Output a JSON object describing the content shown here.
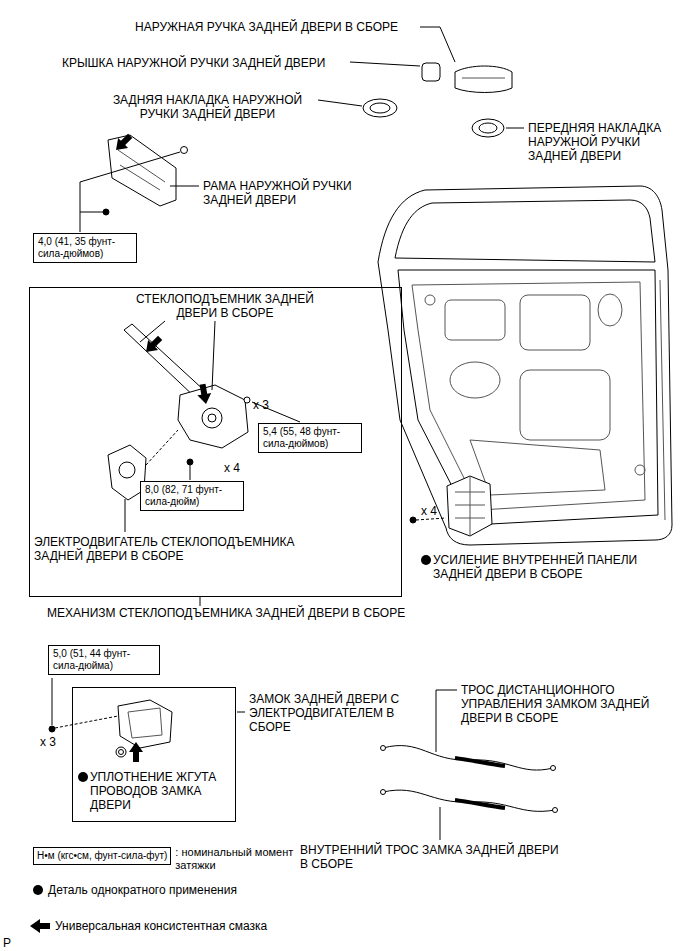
{
  "diagram": {
    "nodes": [
      {
        "text": [
          "4,0 (41, 35 фунт-сила-дюймов)"
        ]
      },
      {
        "text": [
          "МЕХАНИЗМ СТЕКЛОПОДЪЕМНИКА ЗАДНЕЙ ДВЕРИ В СБОРЕ"
        ]
      },
      {
        "text": [
          "5,4 (55, 48 фунт-сила-дюймов)"
        ],
        "in": 1
      },
      {
        "text": [
          "8,0 (82, 71 фунт-сила-дюйм)"
        ],
        "in": 1
      },
      {
        "text": [
          "5,0 (51, 44 фунт-сила-дюйма)"
        ]
      },
      {
        "text": [
          "ЗАМОК ЗАДНЕЙ ДВЕРИ С ЭЛЕКТРОДВИГАТЕЛЕМ В СБОРЕ"
        ]
      },
      {
        "text": [
          "Н•м (кгс•см, фунт-сила-фут)",
          ": номинальный момент затяжки"
        ]
      }
    ],
    "labels": [
      "НАРУЖНАЯ РУЧКА ЗАДНЕЙ ДВЕРИ В СБОРЕ",
      "КРЫШКА НАРУЖНОЙ РУЧКИ ЗАДНЕЙ ДВЕРИ",
      "ЗАДНЯЯ НАКЛАДКА НАРУЖНОЙ РУЧКИ ЗАДНЕЙ ДВЕРИ",
      "ПЕРЕДНЯЯ НАКЛАДКА НАРУЖНОЙ РУЧКИ ЗАДНЕЙ ДВЕРИ",
      "РАМА НАРУЖНОЙ РУЧКИ ЗАДНЕЙ ДВЕРИ",
      "СТЕКЛОПОДЪЕМНИК ЗАДНЕЙ ДВЕРИ В СБОРЕ",
      "x 3",
      "x 4",
      "ЭЛЕКТРОДВИГАТЕЛЬ СТЕКЛОПОДЪЕМНИКА ЗАДНЕЙ ДВЕРИ В СБОРЕ",
      "x 4",
      "УСИЛЕНИЕ ВНУТРЕННЕЙ ПАНЕЛИ ЗАДНЕЙ ДВЕРИ В СБОРЕ",
      "x 3",
      "УПЛОТНЕНИЕ ЖГУТА ПРОВОДОВ ЗАМКА ДВЕРИ",
      "ТРОС ДИСТАНЦИОННОГО УПРАВЛЕНИЯ ЗАМКОМ ЗАДНЕЙ ДВЕРИ В СБОРЕ",
      "ВНУТРЕННИЙ ТРОС ЗАМКА ЗАДНЕЙ ДВЕРИ В СБОРЕ",
      "P"
    ],
    "legend": [
      {
        "text": "Деталь однократного применения"
      },
      {
        "text": "Универсальная консистентная смазка"
      }
    ]
  }
}
